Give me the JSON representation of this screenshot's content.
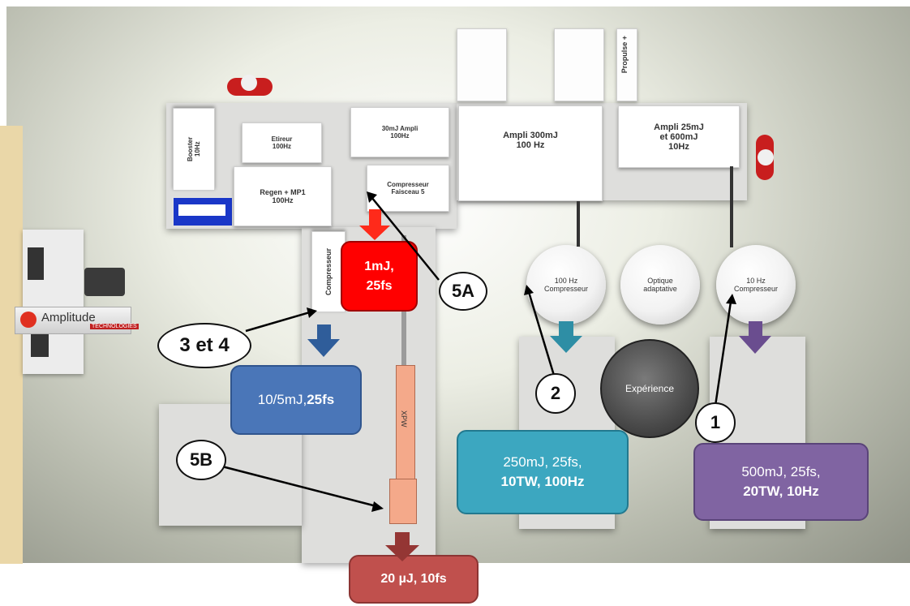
{
  "logo": {
    "name": "Amplitude",
    "sub": "TECHNOLOGIES"
  },
  "equipment": {
    "booster": "Booster\n10Hz",
    "etireur": "Etireur\n100Hz",
    "regen": "Regen + MP1\n100Hz",
    "ampli30": "30mJ Ampli\n100Hz",
    "comp5": "Compresseur\nFaisceau 5",
    "ampli300": "Ampli 300mJ\n100 Hz",
    "ampli25": "Ampli 25mJ\net 600mJ\n10Hz",
    "propulse": "Propulse +",
    "comp_side": "Compresseur",
    "xpw": "XPW"
  },
  "chambers": {
    "c100": "100 Hz\nCompresseur",
    "optique": "Optique\nadaptative",
    "c10": "10 Hz\nCompresseur",
    "experience": "Expérience"
  },
  "outputs": {
    "out_1mj": {
      "line1": "1mJ,",
      "line2": "25fs",
      "color": "#ff0000"
    },
    "out_10mj": {
      "text": "10/5mJ, ",
      "bold": "25fs",
      "color": "#3d6fb6"
    },
    "out_250": {
      "line1": "250mJ, 25fs,",
      "line2": "10TW, 100Hz",
      "color": "#3aa7bf"
    },
    "out_500": {
      "line1": "500mJ, 25fs,",
      "line2": "20TW, 10Hz",
      "color": "#8064a2"
    },
    "out_20": {
      "text": "20 µJ, 10fs",
      "color": "#c0504d"
    }
  },
  "labels": {
    "l1": "1",
    "l2": "2",
    "l34": "3 et 4",
    "l5a": "5A",
    "l5b": "5B"
  },
  "colors": {
    "red": "#ff0000",
    "blue": "#3d6fb6",
    "teal": "#3aa7bf",
    "purple": "#8064a2",
    "brown": "#c0504d",
    "arrow_blue": "#2f5d9a",
    "arrow_teal": "#2e8ea5",
    "arrow_purple": "#6a4d8f",
    "arrow_brown": "#943634"
  }
}
